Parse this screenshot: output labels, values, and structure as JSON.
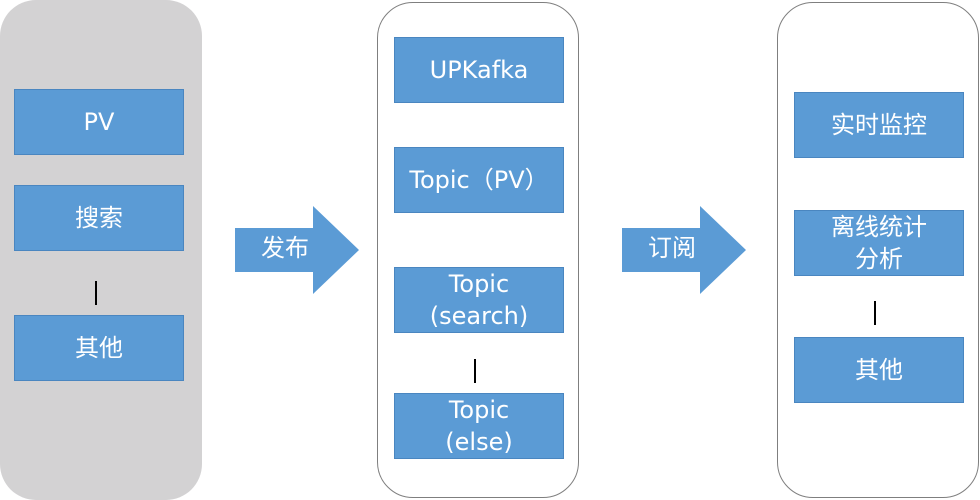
{
  "left_panel": {
    "items": [
      "PV",
      "搜索",
      "其他"
    ],
    "separator": "|"
  },
  "arrow_publish": {
    "label": "发布"
  },
  "middle_panel": {
    "header": "UPKafka",
    "topics": [
      {
        "line1": "Topic",
        "line2": "（PV）"
      },
      {
        "line1": "Topic",
        "line2": "(search)"
      },
      {
        "line1": "Topic",
        "line2": "(else)"
      }
    ]
  },
  "arrow_subscribe": {
    "label": "订阅"
  },
  "right_panel": {
    "items": [
      {
        "line1": "实时监控"
      },
      {
        "line1": "离线统计",
        "line2": "分析"
      },
      {
        "line1": "其他"
      }
    ]
  },
  "colors": {
    "box_fill": "#5b9bd5",
    "panel_gray": "#d3d2d3",
    "panel_border": "#7f7f7f"
  }
}
